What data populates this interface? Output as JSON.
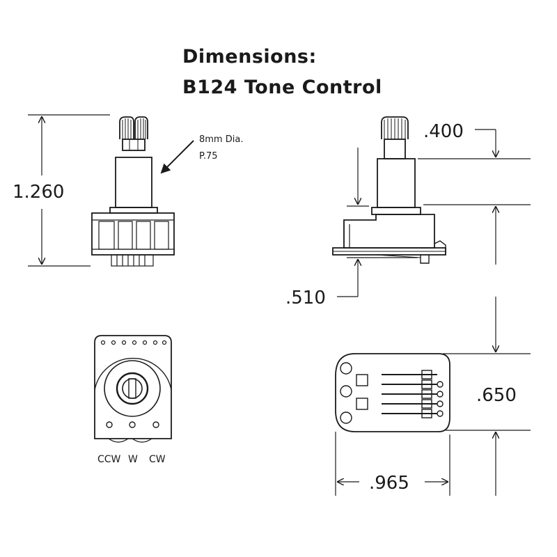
{
  "title": {
    "line1": "Dimensions:",
    "line2": "B124 Tone Control"
  },
  "dimensions": {
    "overall_height": "1.260",
    "shaft_length": ".400",
    "body_height": ".510",
    "pcb_height": ".650",
    "pcb_width": ".965"
  },
  "shaft_note": {
    "line1": "8mm Dia.",
    "line2": "P.75"
  },
  "terminals": {
    "ccw": "CCW",
    "w": "W",
    "cw": "CW"
  },
  "colors": {
    "line": "#1a1a1a",
    "body_fill": "#ffffff"
  }
}
